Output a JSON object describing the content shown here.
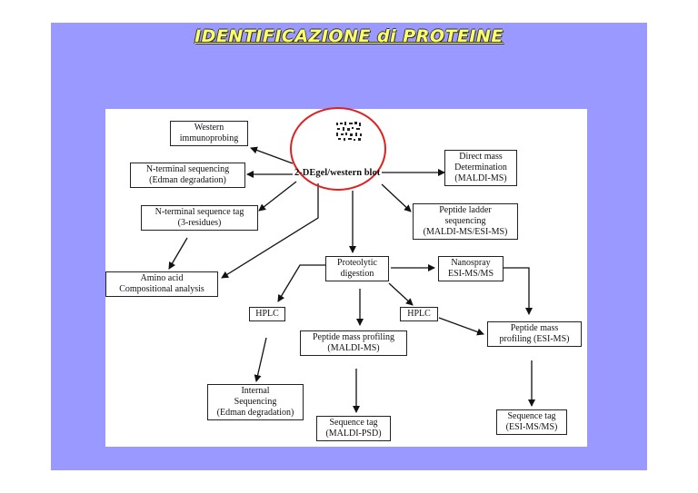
{
  "title": "IDENTIFICAZIONE di PROTEINE",
  "nodes": {
    "center": "2-DEgel/western blot",
    "western": [
      "Western",
      "immunoprobing"
    ],
    "nterm_seq": [
      "N-terminal sequencing",
      "(Edman degradation)"
    ],
    "nterm_tag": [
      "N-terminal sequence tag",
      "(3-residues)"
    ],
    "amino": [
      "Amino acid",
      "Compositional analysis"
    ],
    "direct_mass": [
      "Direct mass",
      "Determination",
      "(MALDI-MS)"
    ],
    "ladder": [
      "Peptide ladder",
      "sequencing",
      "(MALDI-MS/ESI-MS)"
    ],
    "proteolytic": [
      "Proteolytic",
      "digestion"
    ],
    "nanospray": [
      "Nanospray",
      "ESI-MS/MS"
    ],
    "hplc_left": "HPLC",
    "hplc_right": "HPLC",
    "pmf_maldi": [
      "Peptide mass profiling",
      "(MALDI-MS)"
    ],
    "pmf_esi": [
      "Peptide mass",
      "profiling (ESI-MS)"
    ],
    "internal": [
      "Internal",
      "Sequencing",
      "(Edman degradation)"
    ],
    "tag_psd": [
      "Sequence tag",
      "(MALDI-PSD)"
    ],
    "tag_esi": [
      "Sequence tag",
      "(ESI-MS/MS)"
    ]
  }
}
